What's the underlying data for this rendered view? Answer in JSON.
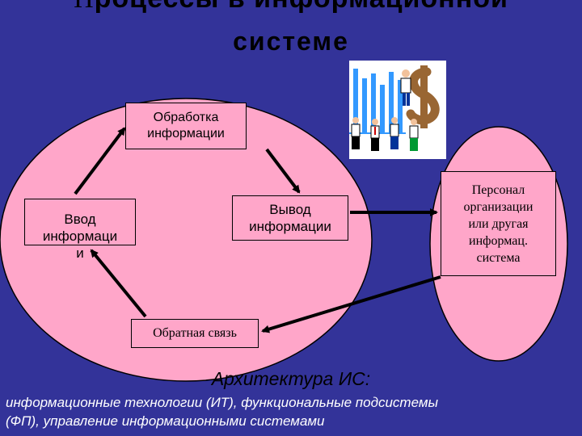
{
  "title": {
    "line1_first": "П",
    "line1_rest": "роцессы в информационной",
    "line2": "системе"
  },
  "boxes": {
    "processing": [
      "Обработка",
      "информации"
    ],
    "input": [
      "Ввод",
      "информаци",
      "и"
    ],
    "output": [
      "Вывод",
      "информации"
    ],
    "personnel": [
      "Персонал",
      "организации",
      "или другая",
      "информац.",
      "система"
    ],
    "feedback": "Обратная связь"
  },
  "architecture": {
    "heading": "Архитектура ИС:",
    "line1": "информационные технологии (ИТ), функциональные подсистемы",
    "line2": "(ФП), управление информационными системами"
  },
  "colors": {
    "background": "#333399",
    "ellipse_fill": "#ffa6c9",
    "box_fill": "#ffa6c9",
    "description_text": "#ffffff"
  },
  "images": {
    "clipart": "business-people-dollar-clipart"
  }
}
